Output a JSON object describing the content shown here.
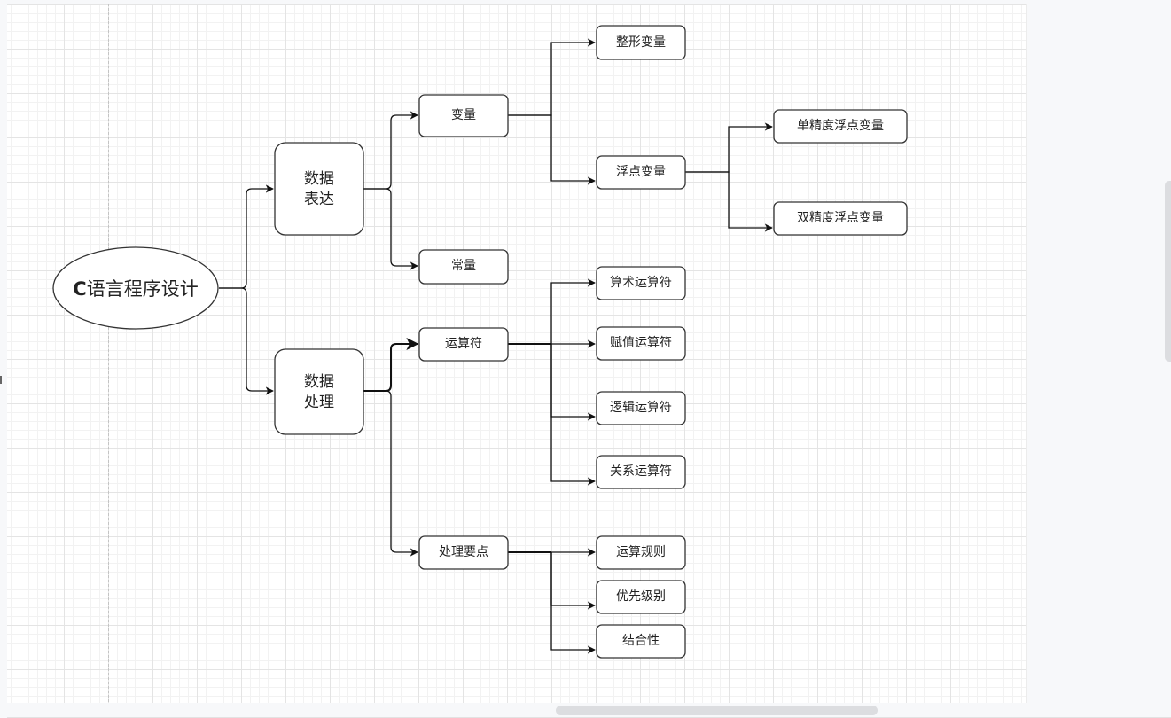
{
  "diagram": {
    "type": "mind-map",
    "root": {
      "label_prefix": "C",
      "label": "语言程序设计"
    },
    "branches": {
      "expression": {
        "label_line1": "数据",
        "label_line2": "表达",
        "children": {
          "variable": {
            "label": "变量",
            "children": {
              "integer": "整形变量",
              "float": {
                "label": "浮点变量",
                "children": {
                  "single": "单精度浮点变量",
                  "double": "双精度浮点变量"
                }
              }
            }
          },
          "constant": {
            "label": "常量"
          }
        }
      },
      "processing": {
        "label_line1": "数据",
        "label_line2": "处理",
        "children": {
          "operators": {
            "label": "运算符",
            "children": {
              "arithmetic": "算术运算符",
              "assignment": "赋值运算符",
              "logical": "逻辑运算符",
              "relational": "关系运算符"
            }
          },
          "key_points": {
            "label": "处理要点",
            "children": {
              "rules": "运算规则",
              "precedence": "优先级别",
              "associativity": "结合性"
            }
          }
        }
      }
    }
  },
  "colors": {
    "canvas_bg": "#ffffff",
    "app_bg": "#f7f8fa",
    "grid_major": "#e4e4e4",
    "grid_minor": "#f2f2f2",
    "stroke": "#333333",
    "scroll_thumb": "#dcdde0"
  }
}
